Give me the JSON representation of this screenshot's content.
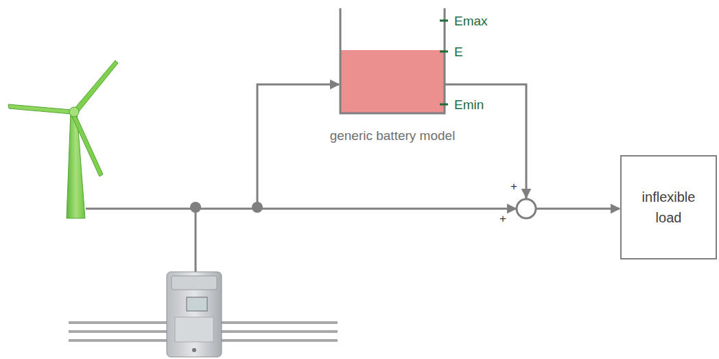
{
  "diagram": {
    "nodes": [
      {
        "text": [
          "generic battery model"
        ]
      },
      {
        "text": [
          "inflexible load"
        ]
      }
    ],
    "edges": [
      {
        "from": 0,
        "to": 1,
        "arrow": "to"
      }
    ],
    "labels": [
      "Emax",
      "E",
      "Emin",
      "+",
      "+"
    ]
  }
}
